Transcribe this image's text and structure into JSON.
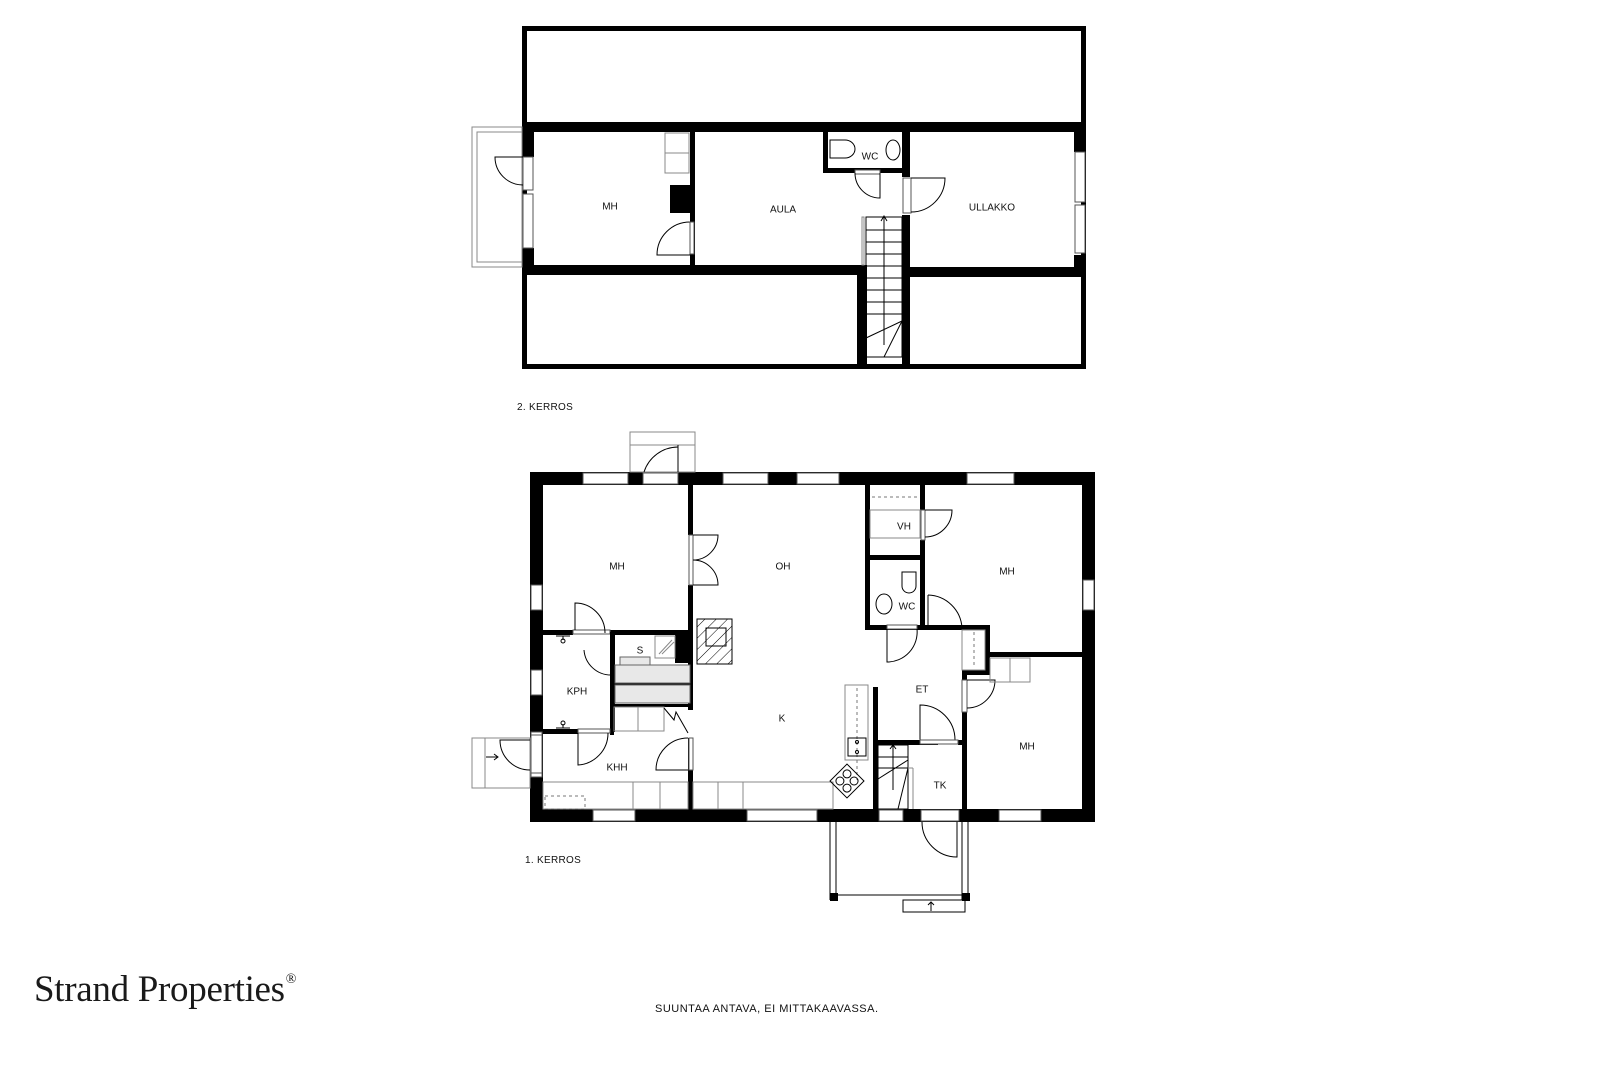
{
  "brand": {
    "name": "Strand Properties",
    "mark": "®"
  },
  "disclaimer": "SUUNTAA ANTAVA, EI MITTAKAAVASSA.",
  "floors": [
    {
      "label": "2. KERROS",
      "rooms": [
        {
          "id": "mh",
          "label": "MH"
        },
        {
          "id": "aula",
          "label": "AULA"
        },
        {
          "id": "wc",
          "label": "WC"
        },
        {
          "id": "ullakko",
          "label": "ULLAKKO"
        }
      ]
    },
    {
      "label": "1. KERROS",
      "rooms": [
        {
          "id": "mh1",
          "label": "MH"
        },
        {
          "id": "oh",
          "label": "OH"
        },
        {
          "id": "vh",
          "label": "VH"
        },
        {
          "id": "wc",
          "label": "WC"
        },
        {
          "id": "mh2",
          "label": "MH"
        },
        {
          "id": "s",
          "label": "S"
        },
        {
          "id": "kph",
          "label": "KPH"
        },
        {
          "id": "k",
          "label": "K"
        },
        {
          "id": "et",
          "label": "ET"
        },
        {
          "id": "khh",
          "label": "KHH"
        },
        {
          "id": "tk",
          "label": "TK"
        },
        {
          "id": "mh3",
          "label": "MH"
        }
      ]
    }
  ],
  "colors": {
    "wall": "#000000",
    "background": "#ffffff",
    "sauna_bench": "#e8e8e8"
  }
}
